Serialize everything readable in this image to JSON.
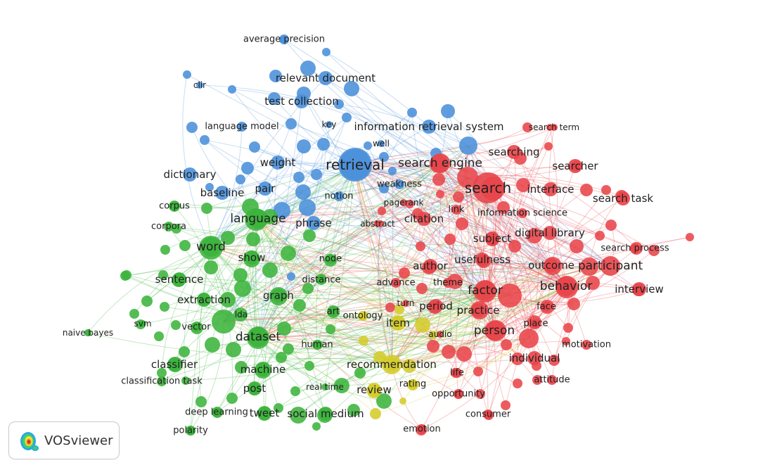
{
  "app": {
    "brand": "VOSviewer",
    "logo_icon": "vosviewer-heatmap-logo-icon"
  },
  "clusters": {
    "red": "#e8454a",
    "green": "#3cb43c",
    "blue": "#4a90d9",
    "yellow": "#d4cc2c"
  },
  "terms": [
    {
      "text": "average precision",
      "c": "blue",
      "s": 2
    },
    {
      "text": "relevant document",
      "c": "blue",
      "s": 3
    },
    {
      "text": "clir",
      "c": "blue",
      "s": 1
    },
    {
      "text": "test collection",
      "c": "blue",
      "s": 3
    },
    {
      "text": "language model",
      "c": "blue",
      "s": 2
    },
    {
      "text": "key",
      "c": "blue",
      "s": 1
    },
    {
      "text": "information retrieval system",
      "c": "blue",
      "s": 3
    },
    {
      "text": "well",
      "c": "blue",
      "s": 1
    },
    {
      "text": "retrieval",
      "c": "blue",
      "s": 5
    },
    {
      "text": "weight",
      "c": "blue",
      "s": 3
    },
    {
      "text": "dictionary",
      "c": "blue",
      "s": 3
    },
    {
      "text": "pair",
      "c": "blue",
      "s": 3
    },
    {
      "text": "baseline",
      "c": "blue",
      "s": 3
    },
    {
      "text": "notion",
      "c": "blue",
      "s": 2
    },
    {
      "text": "phrase",
      "c": "blue",
      "s": 3
    },
    {
      "text": "weakness",
      "c": "blue",
      "s": 2
    },
    {
      "text": "search term",
      "c": "red",
      "s": 1
    },
    {
      "text": "searching",
      "c": "red",
      "s": 3
    },
    {
      "text": "search engine",
      "c": "red",
      "s": 4
    },
    {
      "text": "searcher",
      "c": "red",
      "s": 3
    },
    {
      "text": "search",
      "c": "red",
      "s": 5
    },
    {
      "text": "interface",
      "c": "red",
      "s": 3
    },
    {
      "text": "search task",
      "c": "red",
      "s": 3
    },
    {
      "text": "pagerank",
      "c": "red",
      "s": 1
    },
    {
      "text": "link",
      "c": "red",
      "s": 2
    },
    {
      "text": "information science",
      "c": "red",
      "s": 2
    },
    {
      "text": "abstract",
      "c": "red",
      "s": 1
    },
    {
      "text": "citation",
      "c": "red",
      "s": 3
    },
    {
      "text": "digital library",
      "c": "red",
      "s": 3
    },
    {
      "text": "subject",
      "c": "red",
      "s": 3
    },
    {
      "text": "search process",
      "c": "red",
      "s": 2
    },
    {
      "text": "usefulness",
      "c": "red",
      "s": 3
    },
    {
      "text": "outcome",
      "c": "red",
      "s": 3
    },
    {
      "text": "participant",
      "c": "red",
      "s": 4
    },
    {
      "text": "author",
      "c": "red",
      "s": 3
    },
    {
      "text": "advance",
      "c": "red",
      "s": 2
    },
    {
      "text": "theme",
      "c": "red",
      "s": 2
    },
    {
      "text": "factor",
      "c": "red",
      "s": 4
    },
    {
      "text": "behavior",
      "c": "red",
      "s": 4
    },
    {
      "text": "interview",
      "c": "red",
      "s": 3
    },
    {
      "text": "turn",
      "c": "red",
      "s": 1
    },
    {
      "text": "period",
      "c": "red",
      "s": 3
    },
    {
      "text": "practice",
      "c": "red",
      "s": 3
    },
    {
      "text": "face",
      "c": "red",
      "s": 2
    },
    {
      "text": "place",
      "c": "red",
      "s": 2
    },
    {
      "text": "person",
      "c": "red",
      "s": 4
    },
    {
      "text": "audio",
      "c": "red",
      "s": 1
    },
    {
      "text": "motivation",
      "c": "red",
      "s": 2
    },
    {
      "text": "individual",
      "c": "red",
      "s": 3
    },
    {
      "text": "life",
      "c": "red",
      "s": 2
    },
    {
      "text": "attitude",
      "c": "red",
      "s": 2
    },
    {
      "text": "opportunity",
      "c": "red",
      "s": 2
    },
    {
      "text": "consumer",
      "c": "red",
      "s": 2
    },
    {
      "text": "emotion",
      "c": "red",
      "s": 2
    },
    {
      "text": "corpus",
      "c": "green",
      "s": 2
    },
    {
      "text": "language",
      "c": "green",
      "s": 4
    },
    {
      "text": "corpora",
      "c": "green",
      "s": 2
    },
    {
      "text": "word",
      "c": "green",
      "s": 4
    },
    {
      "text": "show",
      "c": "green",
      "s": 3
    },
    {
      "text": "node",
      "c": "green",
      "s": 2
    },
    {
      "text": "sentence",
      "c": "green",
      "s": 3
    },
    {
      "text": "distance",
      "c": "green",
      "s": 2
    },
    {
      "text": "graph",
      "c": "green",
      "s": 3
    },
    {
      "text": "extraction",
      "c": "green",
      "s": 3
    },
    {
      "text": "lda",
      "c": "green",
      "s": 1
    },
    {
      "text": "art",
      "c": "green",
      "s": 2
    },
    {
      "text": "svm",
      "c": "green",
      "s": 1
    },
    {
      "text": "vector",
      "c": "green",
      "s": 2
    },
    {
      "text": "naive bayes",
      "c": "green",
      "s": 1
    },
    {
      "text": "dataset",
      "c": "green",
      "s": 4
    },
    {
      "text": "human",
      "c": "green",
      "s": 2
    },
    {
      "text": "classifier",
      "c": "green",
      "s": 3
    },
    {
      "text": "machine",
      "c": "green",
      "s": 3
    },
    {
      "text": "classification task",
      "c": "green",
      "s": 2
    },
    {
      "text": "post",
      "c": "green",
      "s": 3
    },
    {
      "text": "real time",
      "c": "green",
      "s": 1
    },
    {
      "text": "deep learning",
      "c": "green",
      "s": 2
    },
    {
      "text": "tweet",
      "c": "green",
      "s": 3
    },
    {
      "text": "social medium",
      "c": "green",
      "s": 3
    },
    {
      "text": "polarity",
      "c": "green",
      "s": 2
    },
    {
      "text": "ontology",
      "c": "yellow",
      "s": 2
    },
    {
      "text": "item",
      "c": "yellow",
      "s": 3
    },
    {
      "text": "recommendation",
      "c": "yellow",
      "s": 3
    },
    {
      "text": "review",
      "c": "yellow",
      "s": 3
    },
    {
      "text": "rating",
      "c": "yellow",
      "s": 2
    }
  ]
}
